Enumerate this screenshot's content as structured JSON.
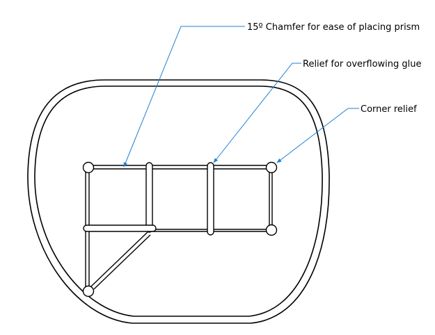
{
  "callouts": {
    "chamfer": {
      "label": "15º Chamfer for ease of placing prism"
    },
    "glue_relief": {
      "label": "Relief for overflowing glue"
    },
    "corner_relief": {
      "label": "Corner relief"
    }
  },
  "colors": {
    "leader": "#1f7fd6",
    "outline": "#000000",
    "background": "#ffffff"
  }
}
